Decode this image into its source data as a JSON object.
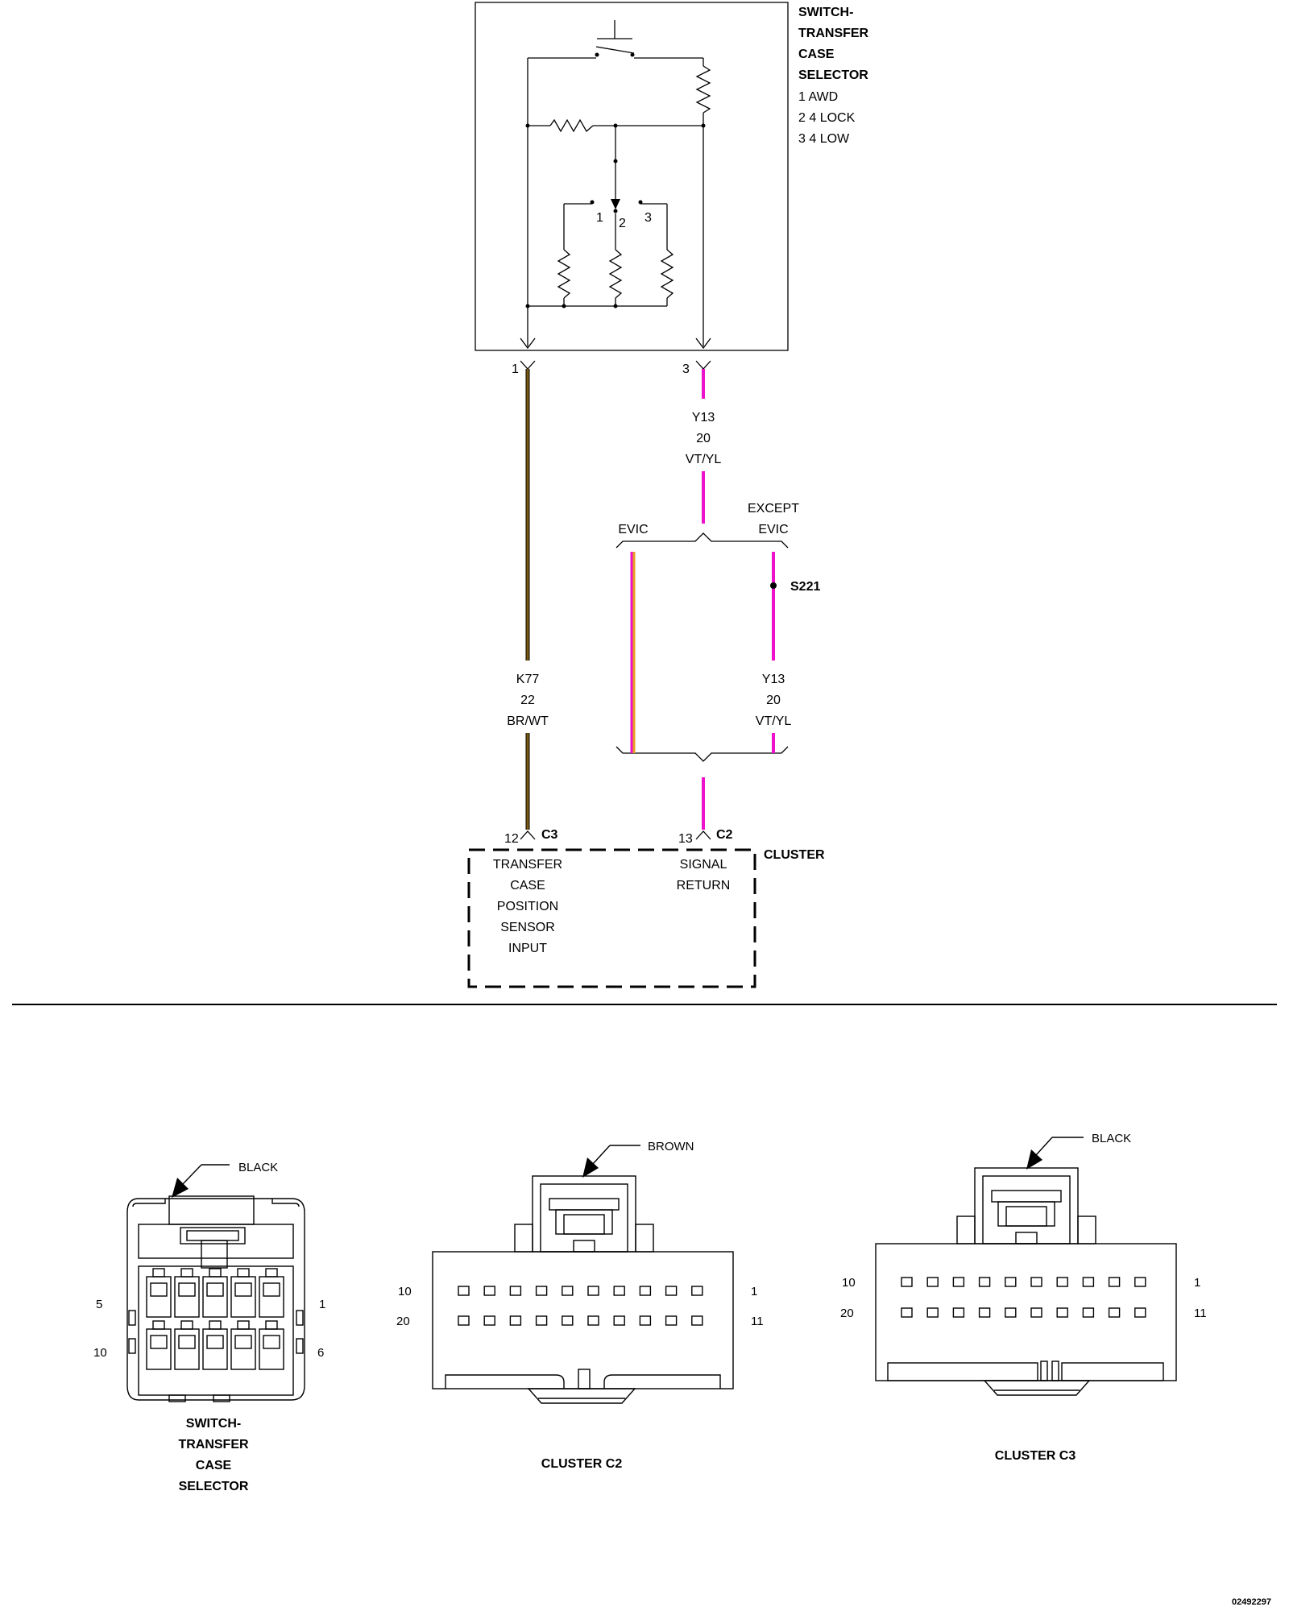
{
  "colors": {
    "k77_wire": "#7a5a12",
    "y13_wire": "#ee11cc",
    "evic_wire_core": "#e8a020",
    "line": "#000000"
  },
  "switch": {
    "title_lines": [
      "SWITCH-",
      "TRANSFER",
      "CASE",
      "SELECTOR"
    ],
    "positions": [
      "1 AWD",
      "2 4 LOCK",
      "3 4 LOW"
    ],
    "contact_labels": [
      "1",
      "2",
      "3"
    ],
    "pin_left": "1",
    "pin_right": "3"
  },
  "wires": {
    "k77": {
      "circuit": "K77",
      "gauge": "22",
      "color": "BR/WT"
    },
    "y13_top": {
      "circuit": "Y13",
      "gauge": "20",
      "color": "VT/YL"
    },
    "y13_bottom": {
      "circuit": "Y13",
      "gauge": "20",
      "color": "VT/YL"
    },
    "evic_label": "EVIC",
    "except_evic_lines": [
      "EXCEPT",
      "EVIC"
    ],
    "splice": "S221"
  },
  "cluster": {
    "title": "CLUSTER",
    "pin_left": "12",
    "conn_left": "C3",
    "pin_right": "13",
    "conn_right": "C2",
    "left_function_lines": [
      "TRANSFER",
      "CASE",
      "POSITION",
      "SENSOR",
      "INPUT"
    ],
    "right_function_lines": [
      "SIGNAL",
      "RETURN"
    ]
  },
  "connectors": {
    "switch": {
      "color_label": "BLACK",
      "pins": {
        "top_left": "5",
        "top_right": "1",
        "bottom_left": "10",
        "bottom_right": "6"
      },
      "name_lines": [
        "SWITCH-",
        "TRANSFER",
        "CASE",
        "SELECTOR"
      ]
    },
    "c2": {
      "color_label": "BROWN",
      "pins": {
        "top_left": "10",
        "top_right": "1",
        "bottom_left": "20",
        "bottom_right": "11"
      },
      "name": "CLUSTER C2"
    },
    "c3": {
      "color_label": "BLACK",
      "pins": {
        "top_left": "10",
        "top_right": "1",
        "bottom_left": "20",
        "bottom_right": "11"
      },
      "name": "CLUSTER C3"
    }
  },
  "figure_id": "02492297"
}
